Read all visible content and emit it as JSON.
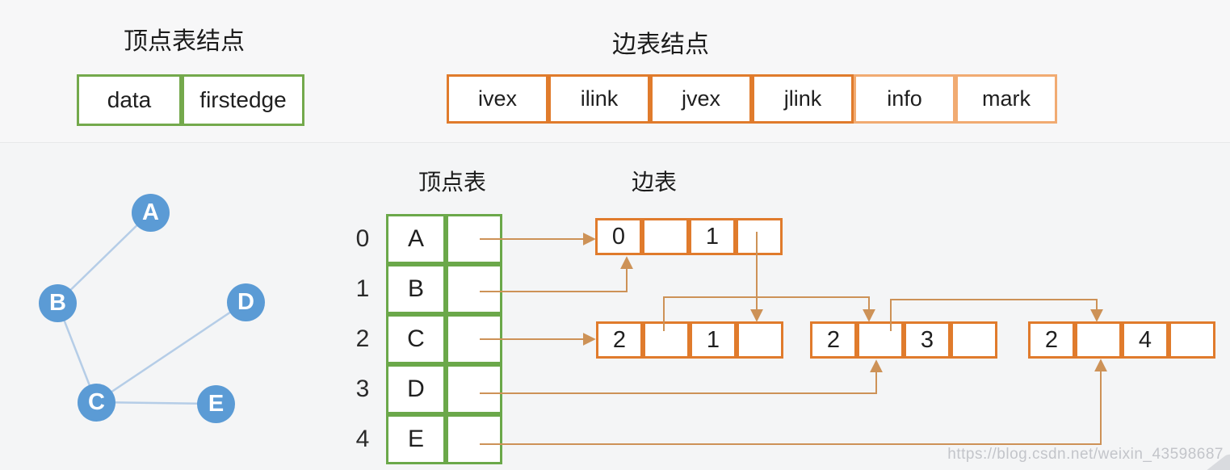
{
  "page": {
    "watermark": "https://blog.csdn.net/weixin_43598687",
    "background": "#f4f5f6"
  },
  "colors": {
    "green_border": "#6ba84a",
    "orange_border": "#e07b2c",
    "orange_border_light": "#f1ab72",
    "arrow": "#cd9257",
    "vertex_fill": "#5b9bd5",
    "graph_edge": "#b5cde7"
  },
  "legend": {
    "vertex_node": {
      "title": "顶点表结点",
      "fields": [
        "data",
        "firstedge"
      ]
    },
    "edge_node": {
      "title": "边表结点",
      "fields": [
        "ivex",
        "ilink",
        "jvex",
        "jlink",
        "info",
        "mark"
      ]
    }
  },
  "graph": {
    "vertices": [
      {
        "label": "A"
      },
      {
        "label": "B"
      },
      {
        "label": "C"
      },
      {
        "label": "D"
      },
      {
        "label": "E"
      }
    ],
    "edges": [
      [
        "A",
        "B"
      ],
      [
        "B",
        "C"
      ],
      [
        "C",
        "D"
      ],
      [
        "C",
        "E"
      ]
    ]
  },
  "vertex_table": {
    "title": "顶点表",
    "rows": [
      {
        "index": "0",
        "label": "A"
      },
      {
        "index": "1",
        "label": "B"
      },
      {
        "index": "2",
        "label": "C"
      },
      {
        "index": "3",
        "label": "D"
      },
      {
        "index": "4",
        "label": "E"
      }
    ]
  },
  "edge_list": {
    "title": "边表",
    "nodes": [
      {
        "cells": [
          "0",
          "",
          "1",
          ""
        ]
      },
      {
        "cells": [
          "2",
          "",
          "1",
          ""
        ]
      },
      {
        "cells": [
          "2",
          "",
          "3",
          ""
        ]
      },
      {
        "cells": [
          "2",
          "",
          "4",
          ""
        ]
      }
    ]
  }
}
